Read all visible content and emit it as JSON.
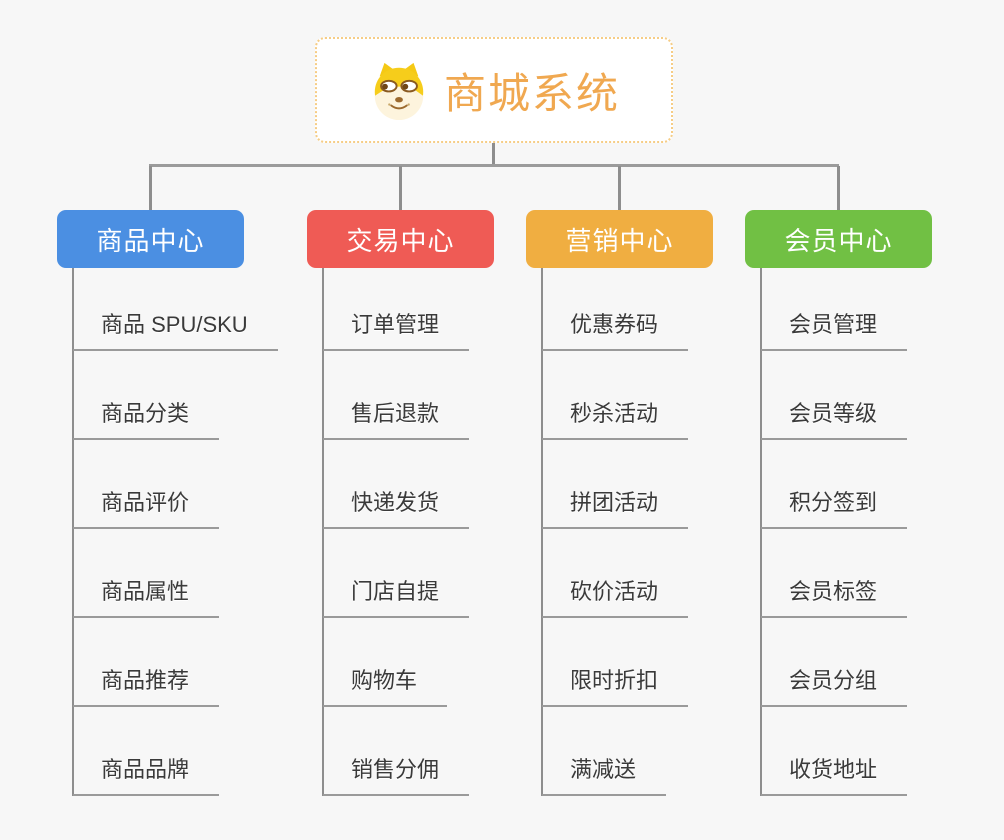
{
  "root": {
    "title": "商城系统",
    "icon": "doge-icon"
  },
  "branches": [
    {
      "label": "商品中心",
      "color": "#4b8fe2",
      "items": [
        "商品 SPU/SKU",
        "商品分类",
        "商品评价",
        "商品属性",
        "商品推荐",
        "商品品牌"
      ]
    },
    {
      "label": "交易中心",
      "color": "#ef5b55",
      "items": [
        "订单管理",
        "售后退款",
        "快递发货",
        "门店自提",
        "购物车",
        "销售分佣"
      ]
    },
    {
      "label": "营销中心",
      "color": "#f0ae41",
      "items": [
        "优惠券码",
        "秒杀活动",
        "拼团活动",
        "砍价活动",
        "限时折扣",
        "满减送"
      ]
    },
    {
      "label": "会员中心",
      "color": "#71c044",
      "items": [
        "会员管理",
        "会员等级",
        "积分签到",
        "会员标签",
        "会员分组",
        "收货地址"
      ]
    }
  ],
  "colors": {
    "background": "#f7f7f7",
    "root_accent": "#f0a850",
    "root_border": "#f6cd86",
    "connector": "#8e8e8e",
    "underline": "#9a9a9a",
    "item_text": "#3a3a3a"
  }
}
